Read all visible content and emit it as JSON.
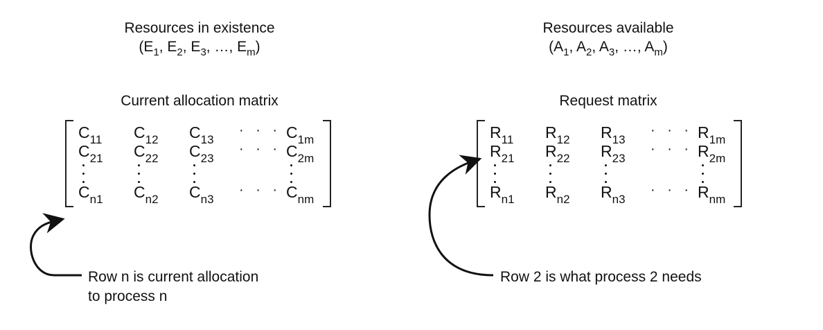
{
  "left": {
    "resources_title": "Resources in existence",
    "vector": {
      "symbol": "E",
      "subs": [
        "1",
        "2",
        "3",
        "m"
      ],
      "ellipsis": "…"
    },
    "matrix_title": "Current allocation matrix",
    "matrix_symbol": "C",
    "rows": [
      [
        "11",
        "12",
        "13",
        "1m"
      ],
      [
        "21",
        "22",
        "23",
        "2m"
      ],
      [
        "n1",
        "n2",
        "n3",
        "nm"
      ]
    ],
    "annotation_line1": "Row n is current allocation",
    "annotation_line2": "to process n"
  },
  "right": {
    "resources_title": "Resources available",
    "vector": {
      "symbol": "A",
      "subs": [
        "1",
        "2",
        "3",
        "m"
      ],
      "ellipsis": "…"
    },
    "matrix_title": "Request matrix",
    "matrix_symbol": "R",
    "rows": [
      [
        "11",
        "12",
        "13",
        "1m"
      ],
      [
        "21",
        "22",
        "23",
        "2m"
      ],
      [
        "n1",
        "n2",
        "n3",
        "nm"
      ]
    ],
    "annotation_line1": "Row 2 is what process 2 needs"
  },
  "dots": "· · ·"
}
